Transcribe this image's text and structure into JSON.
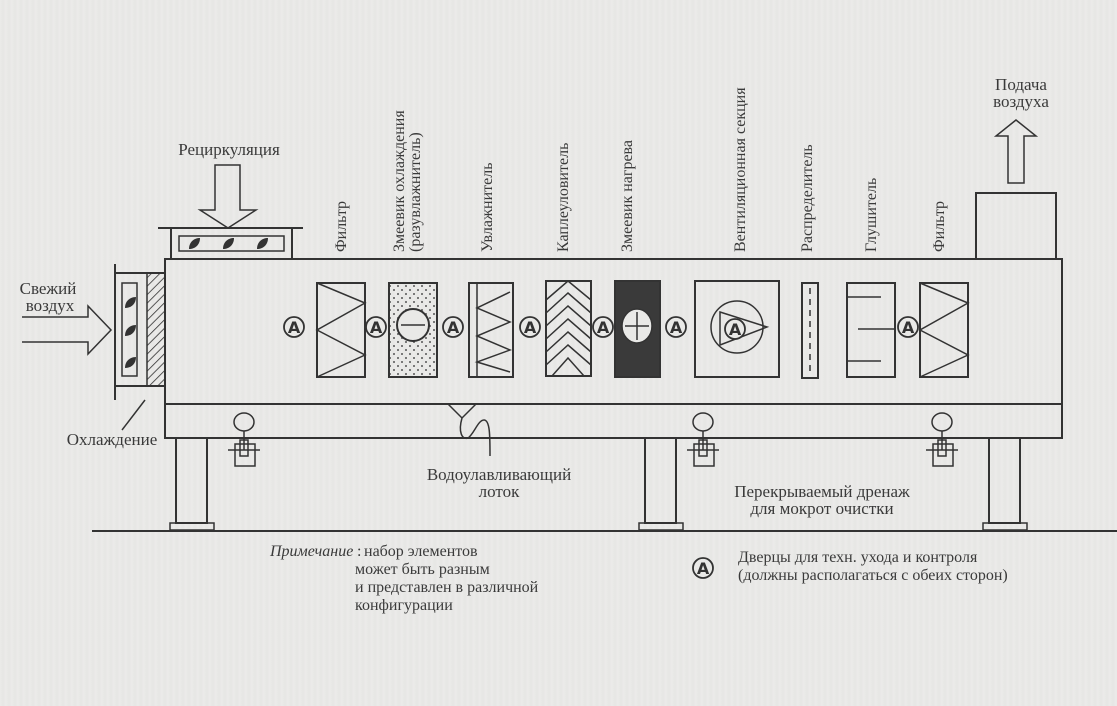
{
  "diagram": {
    "title": "Air handling unit schematic",
    "inlet_labels": {
      "recirculation": "Рециркуляция",
      "fresh_air": [
        "Свежий",
        "воздух"
      ],
      "cooling": "Охлаждение",
      "supply_air": [
        "Подача",
        "воздуха"
      ]
    },
    "sections": [
      {
        "id": "filter-1",
        "label": [
          "Фильтр"
        ],
        "symbol": "filter"
      },
      {
        "id": "cooling-coil",
        "label": [
          "Змеевик охлаждения",
          "(разувлажнитель)"
        ],
        "symbol": "coil-minus-dotted"
      },
      {
        "id": "humidifier",
        "label": [
          "Увлажнитель"
        ],
        "symbol": "humidifier"
      },
      {
        "id": "droplet-eliminator",
        "label": [
          "Каплеуловитель"
        ],
        "symbol": "chevrons"
      },
      {
        "id": "heating-coil",
        "label": [
          "Змеевик нагрева"
        ],
        "symbol": "coil-plus-dark"
      },
      {
        "id": "fan-section",
        "label": [
          "Вентиляционная секция"
        ],
        "symbol": "fan"
      },
      {
        "id": "distributor",
        "label": [
          "Распределитель"
        ],
        "symbol": "distributor"
      },
      {
        "id": "silencer",
        "label": [
          "Глушитель"
        ],
        "symbol": "silencer"
      },
      {
        "id": "filter-2",
        "label": [
          "Фильтр"
        ],
        "symbol": "filter"
      }
    ],
    "access_door_symbol": "A",
    "bottom_labels": {
      "drain_pan": [
        "Водоулавливающий",
        "лоток"
      ],
      "drain": [
        "Перекрываемый дренаж",
        "для мокрот очистки"
      ]
    },
    "note": {
      "prefix": "Примечание",
      "lines": [
        "набор элементов",
        "может быть разным",
        "и представлен в различной",
        "конфигурации"
      ]
    },
    "legend": {
      "symbol": "A",
      "lines": [
        "Дверцы для техн. ухода и контроля",
        "(должны располагаться с обеих сторон)"
      ]
    }
  }
}
